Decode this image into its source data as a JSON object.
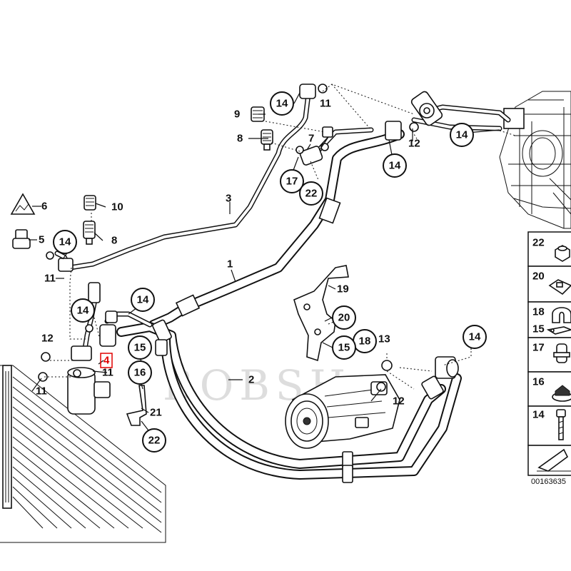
{
  "watermark": "BOBSH",
  "diagram_number": "00163635",
  "highlight_color": "#e00000",
  "highlighted_part": "4",
  "callouts": {
    "c14_top": "14",
    "c14_right": "14",
    "c14_mid": "14",
    "c14_left": "14",
    "c14_clamp": "14",
    "c14_lower": "14",
    "c14_comp": "14",
    "c17": "17",
    "c22_top": "22",
    "c22_bot": "22",
    "c20": "20",
    "c15": "15",
    "c18": "18",
    "c15_left": "15",
    "c16": "16"
  },
  "labels": {
    "l11_top": "11",
    "l9": "9",
    "l8_top": "8",
    "l7": "7",
    "l12_top": "12",
    "l3": "3",
    "l6": "6",
    "l10": "10",
    "l5": "5",
    "l8_left": "8",
    "l11_left": "11",
    "l1": "1",
    "l19": "19",
    "l12_left": "12",
    "l11_dryer": "11",
    "l11_low": "11",
    "l4": "4",
    "l2": "2",
    "l21": "21",
    "l13": "13",
    "l12_comp": "12"
  },
  "legend": [
    {
      "num": "22",
      "icon": "nut-icon"
    },
    {
      "num": "20",
      "icon": "clip-icon"
    },
    {
      "num": "18",
      "icon": "clamp-icon"
    },
    {
      "num": "15",
      "icon": "bracket-icon"
    },
    {
      "num": "17",
      "icon": "grommet-icon"
    },
    {
      "num": "16",
      "icon": "flange-nut-icon"
    },
    {
      "num": "14",
      "icon": "bolt-icon"
    }
  ]
}
